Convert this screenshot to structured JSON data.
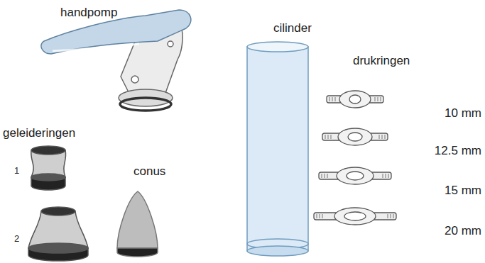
{
  "diagram": {
    "labels": [
      "handpomp",
      "geleideringen",
      "1",
      "2",
      "conus",
      "cilinder",
      "drukringen",
      "10 mm",
      "12.5 mm",
      "15 mm",
      "20 mm"
    ]
  }
}
